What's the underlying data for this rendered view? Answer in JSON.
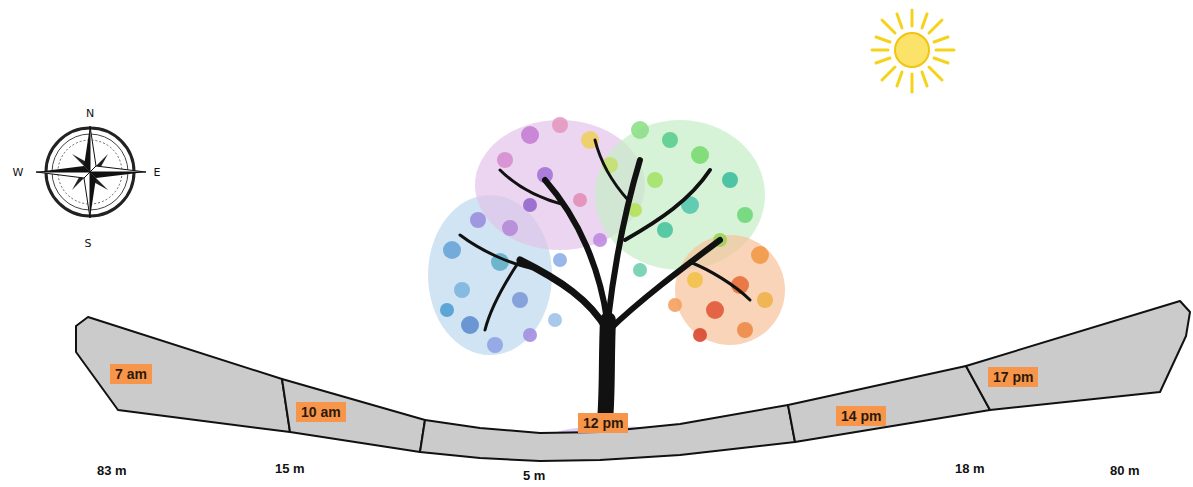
{
  "diagram": {
    "nodes": [
      {
        "text": [
          "7 am"
        ]
      },
      {
        "text": [
          "10 am"
        ]
      },
      {
        "text": [
          "12 pm"
        ]
      },
      {
        "text": [
          "14 pm"
        ]
      },
      {
        "text": [
          "17 pm"
        ]
      }
    ],
    "labels": [
      "N",
      "E",
      "S",
      "W",
      "83 m",
      "15 m",
      "5 m",
      "18 m",
      "80 m"
    ]
  }
}
